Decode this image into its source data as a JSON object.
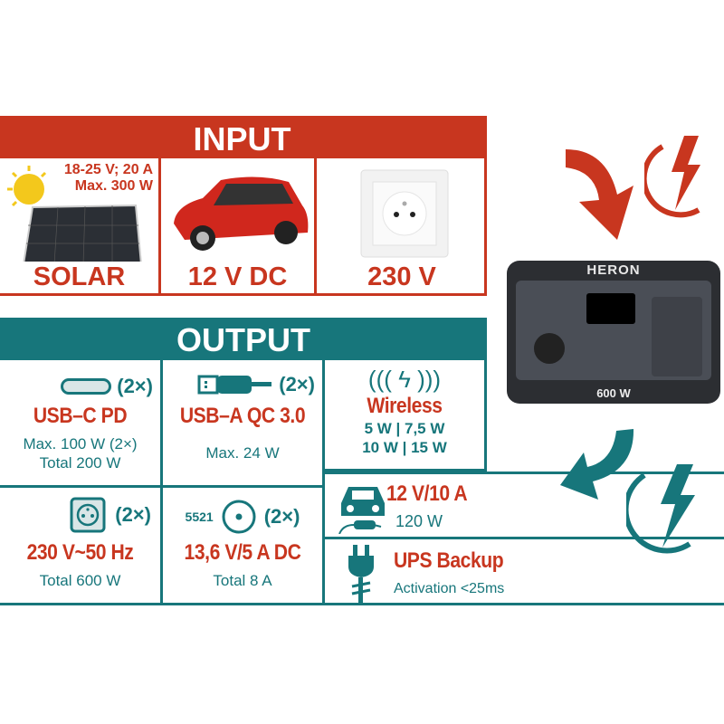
{
  "input": {
    "title": "INPUT",
    "solar": {
      "label": "SOLAR",
      "spec1": "18-25 V; 20 A",
      "spec2": "Max. 300 W"
    },
    "car": {
      "label": "12 V DC"
    },
    "mains": {
      "label": "230 V"
    }
  },
  "output": {
    "title": "OUTPUT",
    "usbc": {
      "count": "(2×)",
      "title": "USB–C PD",
      "line1": "Max. 100 W (2×)",
      "line2": "Total 200 W"
    },
    "usba": {
      "count": "(2×)",
      "title": "USB–A QC 3.0",
      "line1": "Max. 24 W"
    },
    "wireless": {
      "title": "Wireless",
      "line1": "5 W | 7,5 W",
      "line2": "10 W | 15 W"
    },
    "ac": {
      "count": "(2×)",
      "title": "230 V~50 Hz",
      "line1": "Total 600 W"
    },
    "dc": {
      "code": "5521",
      "count": "(2×)",
      "title": "13,6 V/5 A DC",
      "line1": "Total 8 A"
    },
    "car": {
      "title": "12 V/10 A",
      "line1": "120 W"
    },
    "ups": {
      "title": "UPS Backup",
      "line1": "Activation <25ms"
    }
  },
  "device": {
    "brand": "HERON",
    "power": "600 W"
  },
  "colors": {
    "red": "#c8361f",
    "teal": "#17767b"
  }
}
